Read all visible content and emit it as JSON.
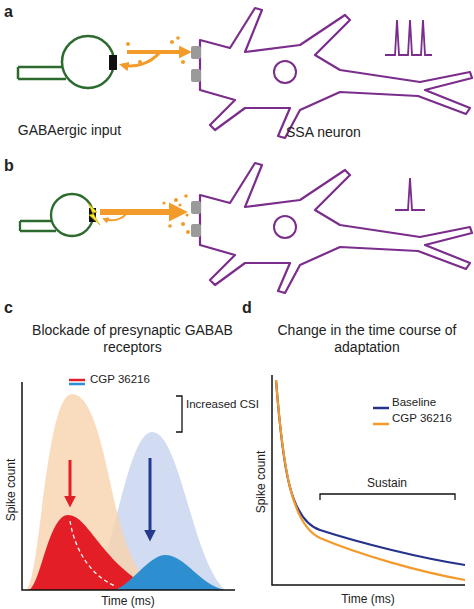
{
  "diagram": {
    "nodes": [
      {
        "text": [
          "GABAergic input"
        ]
      },
      {
        "text": [
          "SSA neuron"
        ]
      }
    ],
    "edges": [
      {
        "from": 0,
        "to": 1,
        "arrow": "to"
      }
    ],
    "labels": [
      "a",
      "b",
      "c",
      "d",
      "Blockade of presynaptic GABAB receptors",
      "Increased CSI",
      "Spike count",
      "Time (ms)",
      "Change in the time course of adaptation",
      "Sustain",
      "Spike count",
      "Time (ms)"
    ],
    "legend": [
      {
        "text": "CGP 36216"
      },
      {
        "text": "Baseline"
      },
      {
        "text": "CGP 36216"
      }
    ]
  }
}
